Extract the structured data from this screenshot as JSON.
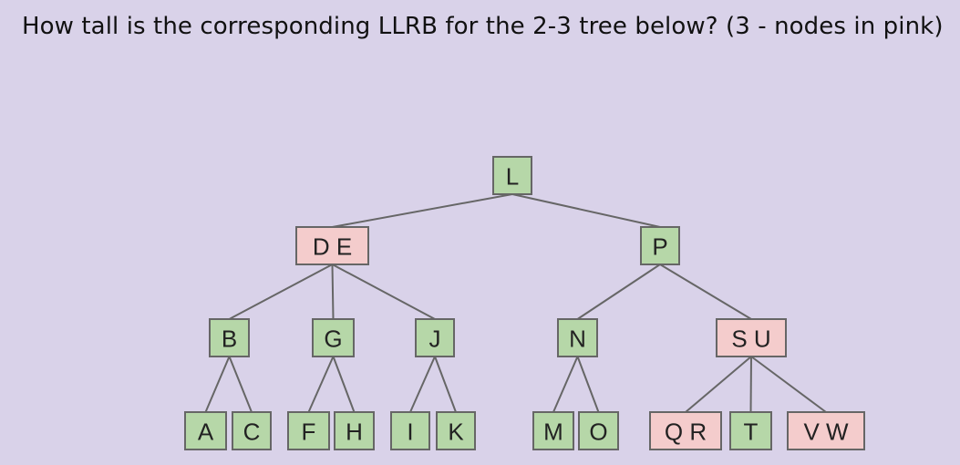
{
  "question": "How tall is the corresponding LLRB for the 2-3 tree below? (3 - nodes in pink)",
  "colors": {
    "background": "#d9d2e9",
    "two_node": "#b6d7a8",
    "three_node": "#f4cccc",
    "edge": "#666666"
  },
  "tree": {
    "nodes": [
      {
        "id": "L",
        "label": "L",
        "type": "two_node"
      },
      {
        "id": "DE",
        "label": "D E",
        "type": "three_node"
      },
      {
        "id": "P",
        "label": "P",
        "type": "two_node"
      },
      {
        "id": "B",
        "label": "B",
        "type": "two_node"
      },
      {
        "id": "G",
        "label": "G",
        "type": "two_node"
      },
      {
        "id": "J",
        "label": "J",
        "type": "two_node"
      },
      {
        "id": "N",
        "label": "N",
        "type": "two_node"
      },
      {
        "id": "SU",
        "label": "S U",
        "type": "three_node"
      },
      {
        "id": "A",
        "label": "A",
        "type": "two_node"
      },
      {
        "id": "C",
        "label": "C",
        "type": "two_node"
      },
      {
        "id": "F",
        "label": "F",
        "type": "two_node"
      },
      {
        "id": "H",
        "label": "H",
        "type": "two_node"
      },
      {
        "id": "I",
        "label": "I",
        "type": "two_node"
      },
      {
        "id": "K",
        "label": "K",
        "type": "two_node"
      },
      {
        "id": "M",
        "label": "M",
        "type": "two_node"
      },
      {
        "id": "O",
        "label": "O",
        "type": "two_node"
      },
      {
        "id": "QR",
        "label": "Q R",
        "type": "three_node"
      },
      {
        "id": "T",
        "label": "T",
        "type": "two_node"
      },
      {
        "id": "VW",
        "label": "V W",
        "type": "three_node"
      }
    ],
    "edges": [
      [
        "L",
        "DE"
      ],
      [
        "L",
        "P"
      ],
      [
        "DE",
        "B"
      ],
      [
        "DE",
        "G"
      ],
      [
        "DE",
        "J"
      ],
      [
        "P",
        "N"
      ],
      [
        "P",
        "SU"
      ],
      [
        "B",
        "A"
      ],
      [
        "B",
        "C"
      ],
      [
        "G",
        "F"
      ],
      [
        "G",
        "H"
      ],
      [
        "J",
        "I"
      ],
      [
        "J",
        "K"
      ],
      [
        "N",
        "M"
      ],
      [
        "N",
        "O"
      ],
      [
        "SU",
        "QR"
      ],
      [
        "SU",
        "T"
      ],
      [
        "SU",
        "VW"
      ]
    ]
  }
}
